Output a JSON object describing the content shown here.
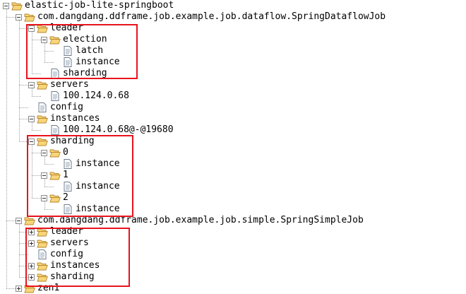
{
  "tree": {
    "root": "elastic-job-lite-springboot",
    "nodes": [
      "com.dangdang.ddframe.job.example.job.dataflow.SpringDataflowJob",
      "leader",
      "election",
      "latch",
      "instance",
      "sharding",
      "servers",
      "100.124.0.68",
      "config",
      "instances",
      "100.124.0.68@-@19680",
      "sharding",
      "0",
      "instance",
      "1",
      "instance",
      "2",
      "instance",
      "com.dangdang.ddframe.job.example.job.simple.SpringSimpleJob",
      "leader",
      "servers",
      "config",
      "instances",
      "sharding",
      "zen1"
    ]
  },
  "colors": {
    "highlight_border": "#e8131c",
    "folder_fill": "#f7d57a",
    "folder_stroke": "#b8862c",
    "tree_line": "#a0a0a0"
  },
  "icons": {
    "folder": "folder-open-icon",
    "file": "file-document-icon",
    "expanded": "collapse-minus-icon",
    "collapsed": "expand-plus-icon"
  }
}
